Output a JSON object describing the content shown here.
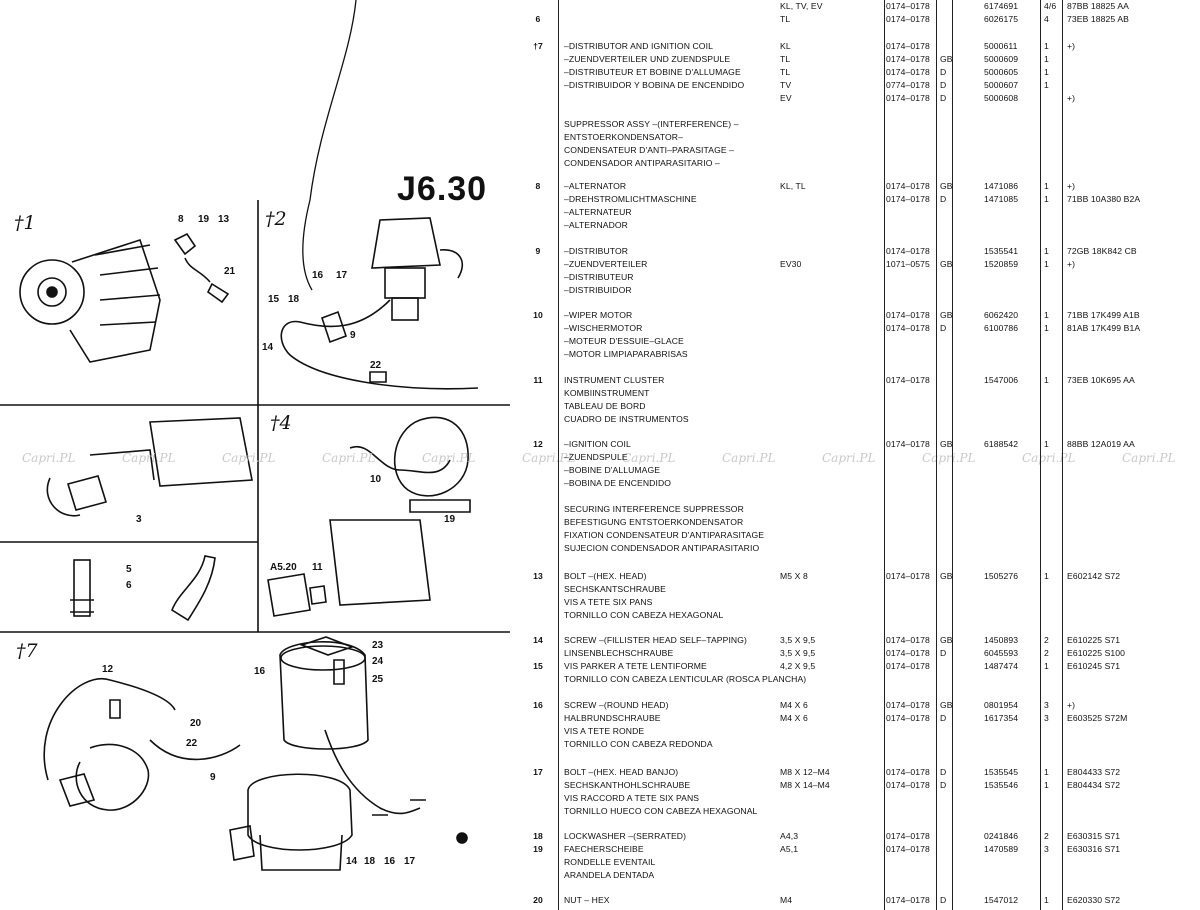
{
  "page_code": "J6.30",
  "figure_labels": [
    "†1",
    "†2",
    "†4",
    "†7"
  ],
  "callouts": [
    "8",
    "19",
    "13",
    "21",
    "16",
    "17",
    "15",
    "18",
    "14",
    "9",
    "22",
    "3",
    "5",
    "6",
    "10",
    "19",
    "A5.20",
    "11",
    "12",
    "20",
    "22",
    "9",
    "23",
    "24",
    "25",
    "16",
    "14",
    "18",
    "16",
    "17"
  ],
  "watermark": "Capri.PL",
  "stamp": "",
  "rows": [
    {
      "n": "",
      "d": "",
      "m": "KL, TV, EV",
      "y": "0174–0178",
      "x": "",
      "p": "6174691",
      "q": "4/6",
      "r": "87BB 18825 AA"
    },
    {
      "n": "6",
      "d": "",
      "m": "TL",
      "y": "0174–0178",
      "x": "",
      "p": "6026175",
      "q": "4",
      "r": "73EB 18825 AB"
    },
    {
      "n": "†7",
      "d": "–DISTRIBUTOR AND IGNITION COIL",
      "m": "KL",
      "y": "0174–0178",
      "x": "",
      "p": "5000611",
      "q": "1",
      "r": "+)"
    },
    {
      "n": "",
      "d": "–ZUENDVERTEILER UND ZUENDSPULE",
      "m": "TL",
      "y": "0174–0178",
      "x": "GB",
      "p": "5000609",
      "q": "1",
      "r": ""
    },
    {
      "n": "",
      "d": "–DISTRIBUTEUR ET BOBINE D'ALLUMAGE",
      "m": "TL",
      "y": "0174–0178",
      "x": "D",
      "p": "5000605",
      "q": "1",
      "r": ""
    },
    {
      "n": "",
      "d": "–DISTRIBUIDOR Y BOBINA DE ENCENDIDO",
      "m": "TV",
      "y": "0774–0178",
      "x": "D",
      "p": "5000607",
      "q": "1",
      "r": ""
    },
    {
      "n": "",
      "d": "",
      "m": "EV",
      "y": "0174–0178",
      "x": "D",
      "p": "5000608",
      "q": "",
      "r": "+)"
    },
    {
      "n": "",
      "d": "SUPPRESSOR ASSY –(INTERFERENCE) –",
      "m": "",
      "y": "",
      "x": "",
      "p": "",
      "q": "",
      "r": ""
    },
    {
      "n": "",
      "d": "ENTSTOERKONDENSATOR–",
      "m": "",
      "y": "",
      "x": "",
      "p": "",
      "q": "",
      "r": ""
    },
    {
      "n": "",
      "d": "CONDENSATEUR D'ANTI–PARASITAGE –",
      "m": "",
      "y": "",
      "x": "",
      "p": "",
      "q": "",
      "r": ""
    },
    {
      "n": "",
      "d": "CONDENSADOR ANTIPARASITARIO –",
      "m": "",
      "y": "",
      "x": "",
      "p": "",
      "q": "",
      "r": ""
    },
    {
      "n": "8",
      "d": "–ALTERNATOR",
      "m": "KL, TL",
      "y": "0174–0178",
      "x": "GB",
      "p": "1471086",
      "q": "1",
      "r": "+)"
    },
    {
      "n": "",
      "d": "–DREHSTROMLICHTMASCHINE",
      "m": "",
      "y": "0174–0178",
      "x": "D",
      "p": "1471085",
      "q": "1",
      "r": "71BB 10A380 B2A"
    },
    {
      "n": "",
      "d": "–ALTERNATEUR",
      "m": "",
      "y": "",
      "x": "",
      "p": "",
      "q": "",
      "r": ""
    },
    {
      "n": "",
      "d": "–ALTERNADOR",
      "m": "",
      "y": "",
      "x": "",
      "p": "",
      "q": "",
      "r": ""
    },
    {
      "n": "9",
      "d": "–DISTRIBUTOR",
      "m": "",
      "y": "0174–0178",
      "x": "",
      "p": "1535541",
      "q": "1",
      "r": "72GB 18K842 CB"
    },
    {
      "n": "",
      "d": "–ZUENDVERTEILER",
      "m": "EV30",
      "y": "1071–0575",
      "x": "GB",
      "p": "1520859",
      "q": "1",
      "r": "+)"
    },
    {
      "n": "",
      "d": "–DISTRIBUTEUR",
      "m": "",
      "y": "",
      "x": "",
      "p": "",
      "q": "",
      "r": ""
    },
    {
      "n": "",
      "d": "–DISTRIBUIDOR",
      "m": "",
      "y": "",
      "x": "",
      "p": "",
      "q": "",
      "r": ""
    },
    {
      "n": "10",
      "d": "–WIPER MOTOR",
      "m": "",
      "y": "0174–0178",
      "x": "GB",
      "p": "6062420",
      "q": "1",
      "r": "71BB 17K499 A1B"
    },
    {
      "n": "",
      "d": "–WISCHERMOTOR",
      "m": "",
      "y": "0174–0178",
      "x": "D",
      "p": "6100786",
      "q": "1",
      "r": "81AB 17K499 B1A"
    },
    {
      "n": "",
      "d": "–MOTEUR D'ESSUIE–GLACE",
      "m": "",
      "y": "",
      "x": "",
      "p": "",
      "q": "",
      "r": ""
    },
    {
      "n": "",
      "d": "–MOTOR LIMPIAPARABRISAS",
      "m": "",
      "y": "",
      "x": "",
      "p": "",
      "q": "",
      "r": ""
    },
    {
      "n": "11",
      "d": "INSTRUMENT CLUSTER",
      "m": "",
      "y": "0174–0178",
      "x": "",
      "p": "1547006",
      "q": "1",
      "r": "73EB 10K695 AA"
    },
    {
      "n": "",
      "d": "KOMBIINSTRUMENT",
      "m": "",
      "y": "",
      "x": "",
      "p": "",
      "q": "",
      "r": ""
    },
    {
      "n": "",
      "d": "TABLEAU DE BORD",
      "m": "",
      "y": "",
      "x": "",
      "p": "",
      "q": "",
      "r": ""
    },
    {
      "n": "",
      "d": "CUADRO DE INSTRUMENTOS",
      "m": "",
      "y": "",
      "x": "",
      "p": "",
      "q": "",
      "r": ""
    },
    {
      "n": "12",
      "d": "–IGNITION COIL",
      "m": "",
      "y": "0174–0178",
      "x": "GB",
      "p": "6188542",
      "q": "1",
      "r": "88BB 12A019 AA"
    },
    {
      "n": "",
      "d": "–ZUENDSPULE",
      "m": "",
      "y": "",
      "x": "",
      "p": "",
      "q": "",
      "r": ""
    },
    {
      "n": "",
      "d": "–BOBINE D'ALLUMAGE",
      "m": "",
      "y": "",
      "x": "",
      "p": "",
      "q": "",
      "r": ""
    },
    {
      "n": "",
      "d": "–BOBINA DE ENCENDIDO",
      "m": "",
      "y": "",
      "x": "",
      "p": "",
      "q": "",
      "r": ""
    },
    {
      "n": "",
      "d": "SECURING INTERFERENCE SUPPRESSOR",
      "m": "",
      "y": "",
      "x": "",
      "p": "",
      "q": "",
      "r": ""
    },
    {
      "n": "",
      "d": "BEFESTIGUNG ENTSTOERKONDENSATOR",
      "m": "",
      "y": "",
      "x": "",
      "p": "",
      "q": "",
      "r": ""
    },
    {
      "n": "",
      "d": "FIXATION CONDENSATEUR D'ANTIPARASITAGE",
      "m": "",
      "y": "",
      "x": "",
      "p": "",
      "q": "",
      "r": ""
    },
    {
      "n": "",
      "d": "SUJECION CONDENSADOR ANTIPARASITARIO",
      "m": "",
      "y": "",
      "x": "",
      "p": "",
      "q": "",
      "r": ""
    },
    {
      "n": "13",
      "d": "BOLT –(HEX. HEAD)",
      "m": "M5 X 8",
      "y": "0174–0178",
      "x": "GB",
      "p": "1505276",
      "q": "1",
      "r": "E602142 S72"
    },
    {
      "n": "",
      "d": "SECHSKANTSCHRAUBE",
      "m": "",
      "y": "",
      "x": "",
      "p": "",
      "q": "",
      "r": ""
    },
    {
      "n": "",
      "d": "VIS A TETE SIX PANS",
      "m": "",
      "y": "",
      "x": "",
      "p": "",
      "q": "",
      "r": ""
    },
    {
      "n": "",
      "d": "TORNILLO CON CABEZA HEXAGONAL",
      "m": "",
      "y": "",
      "x": "",
      "p": "",
      "q": "",
      "r": ""
    },
    {
      "n": "14",
      "d": "SCREW –(FILLISTER HEAD SELF–TAPPING)",
      "m": "3,5 X 9,5",
      "y": "0174–0178",
      "x": "GB",
      "p": "1450893",
      "q": "2",
      "r": "E610225 S71"
    },
    {
      "n": "",
      "d": "LINSENBLECHSCHRAUBE",
      "m": "3,5 X 9,5",
      "y": "0174–0178",
      "x": "D",
      "p": "6045593",
      "q": "2",
      "r": "E610225 S100"
    },
    {
      "n": "15",
      "d": "VIS PARKER A TETE LENTIFORME",
      "m": "4,2 X 9,5",
      "y": "0174–0178",
      "x": "",
      "p": "1487474",
      "q": "1",
      "r": "E610245 S71"
    },
    {
      "n": "",
      "d": "TORNILLO CON CABEZA LENTICULAR (ROSCA PLANCHA)",
      "m": "",
      "y": "",
      "x": "",
      "p": "",
      "q": "",
      "r": ""
    },
    {
      "n": "16",
      "d": "SCREW –(ROUND HEAD)",
      "m": "M4 X 6",
      "y": "0174–0178",
      "x": "GB",
      "p": "0801954",
      "q": "3",
      "r": "+)"
    },
    {
      "n": "",
      "d": "HALBRUNDSCHRAUBE",
      "m": "M4 X 6",
      "y": "0174–0178",
      "x": "D",
      "p": "1617354",
      "q": "3",
      "r": "E603525 S72M"
    },
    {
      "n": "",
      "d": "VIS A TETE RONDE",
      "m": "",
      "y": "",
      "x": "",
      "p": "",
      "q": "",
      "r": ""
    },
    {
      "n": "",
      "d": "TORNILLO CON CABEZA REDONDA",
      "m": "",
      "y": "",
      "x": "",
      "p": "",
      "q": "",
      "r": ""
    },
    {
      "n": "17",
      "d": "BOLT –(HEX. HEAD BANJO)",
      "m": "M8 X 12–M4",
      "y": "0174–0178",
      "x": "D",
      "p": "1535545",
      "q": "1",
      "r": "E804433 S72"
    },
    {
      "n": "",
      "d": "SECHSKANTHOHLSCHRAUBE",
      "m": "M8 X 14–M4",
      "y": "0174–0178",
      "x": "D",
      "p": "1535546",
      "q": "1",
      "r": "E804434 S72"
    },
    {
      "n": "",
      "d": "VIS RACCORD A TETE SIX PANS",
      "m": "",
      "y": "",
      "x": "",
      "p": "",
      "q": "",
      "r": ""
    },
    {
      "n": "",
      "d": "TORNILLO HUECO CON CABEZA HEXAGONAL",
      "m": "",
      "y": "",
      "x": "",
      "p": "",
      "q": "",
      "r": ""
    },
    {
      "n": "18",
      "d": "LOCKWASHER –(SERRATED)",
      "m": "A4,3",
      "y": "0174–0178",
      "x": "",
      "p": "0241846",
      "q": "2",
      "r": "E630315 S71"
    },
    {
      "n": "19",
      "d": "FAECHERSCHEIBE",
      "m": "A5,1",
      "y": "0174–0178",
      "x": "",
      "p": "1470589",
      "q": "3",
      "r": "E630316 S71"
    },
    {
      "n": "",
      "d": "RONDELLE EVENTAIL",
      "m": "",
      "y": "",
      "x": "",
      "p": "",
      "q": "",
      "r": ""
    },
    {
      "n": "",
      "d": "ARANDELA DENTADA",
      "m": "",
      "y": "",
      "x": "",
      "p": "",
      "q": "",
      "r": ""
    },
    {
      "n": "20",
      "d": "NUT – HEX",
      "m": "M4",
      "y": "0174–0178",
      "x": "D",
      "p": "1547012",
      "q": "1",
      "r": "E620330 S72"
    }
  ]
}
